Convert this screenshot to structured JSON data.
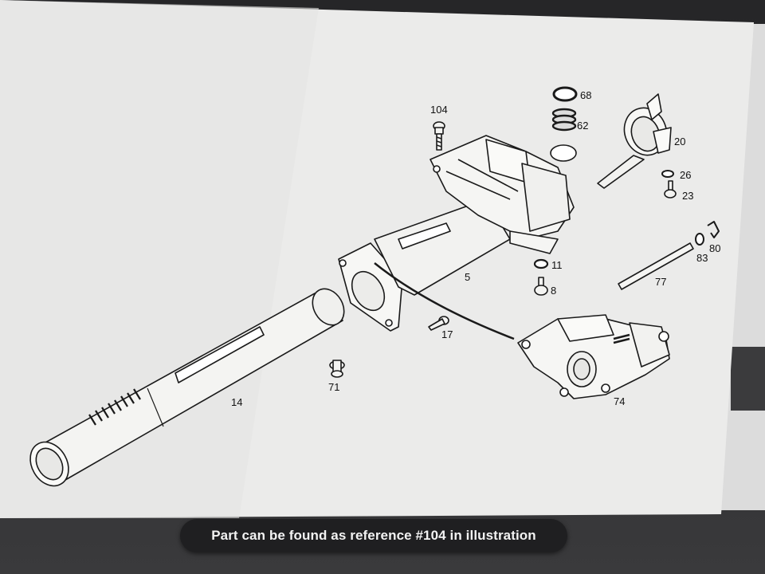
{
  "caption": {
    "text": "Part can be found as reference #104 in illustration"
  },
  "illustration": {
    "callouts": {
      "c104": "104",
      "c68": "68",
      "c62": "62",
      "c20": "20",
      "c26": "26",
      "c23": "23",
      "c80": "80",
      "c83": "83",
      "c77": "77",
      "c11": "11",
      "c8": "8",
      "c5": "5",
      "c17": "17",
      "c74": "74",
      "c71": "71",
      "c14": "14"
    }
  },
  "colors": {
    "paper": "#ebebea",
    "ink": "#1a1a1a",
    "caption_bg": "#1f1f21",
    "caption_text": "#f2f2f2"
  }
}
